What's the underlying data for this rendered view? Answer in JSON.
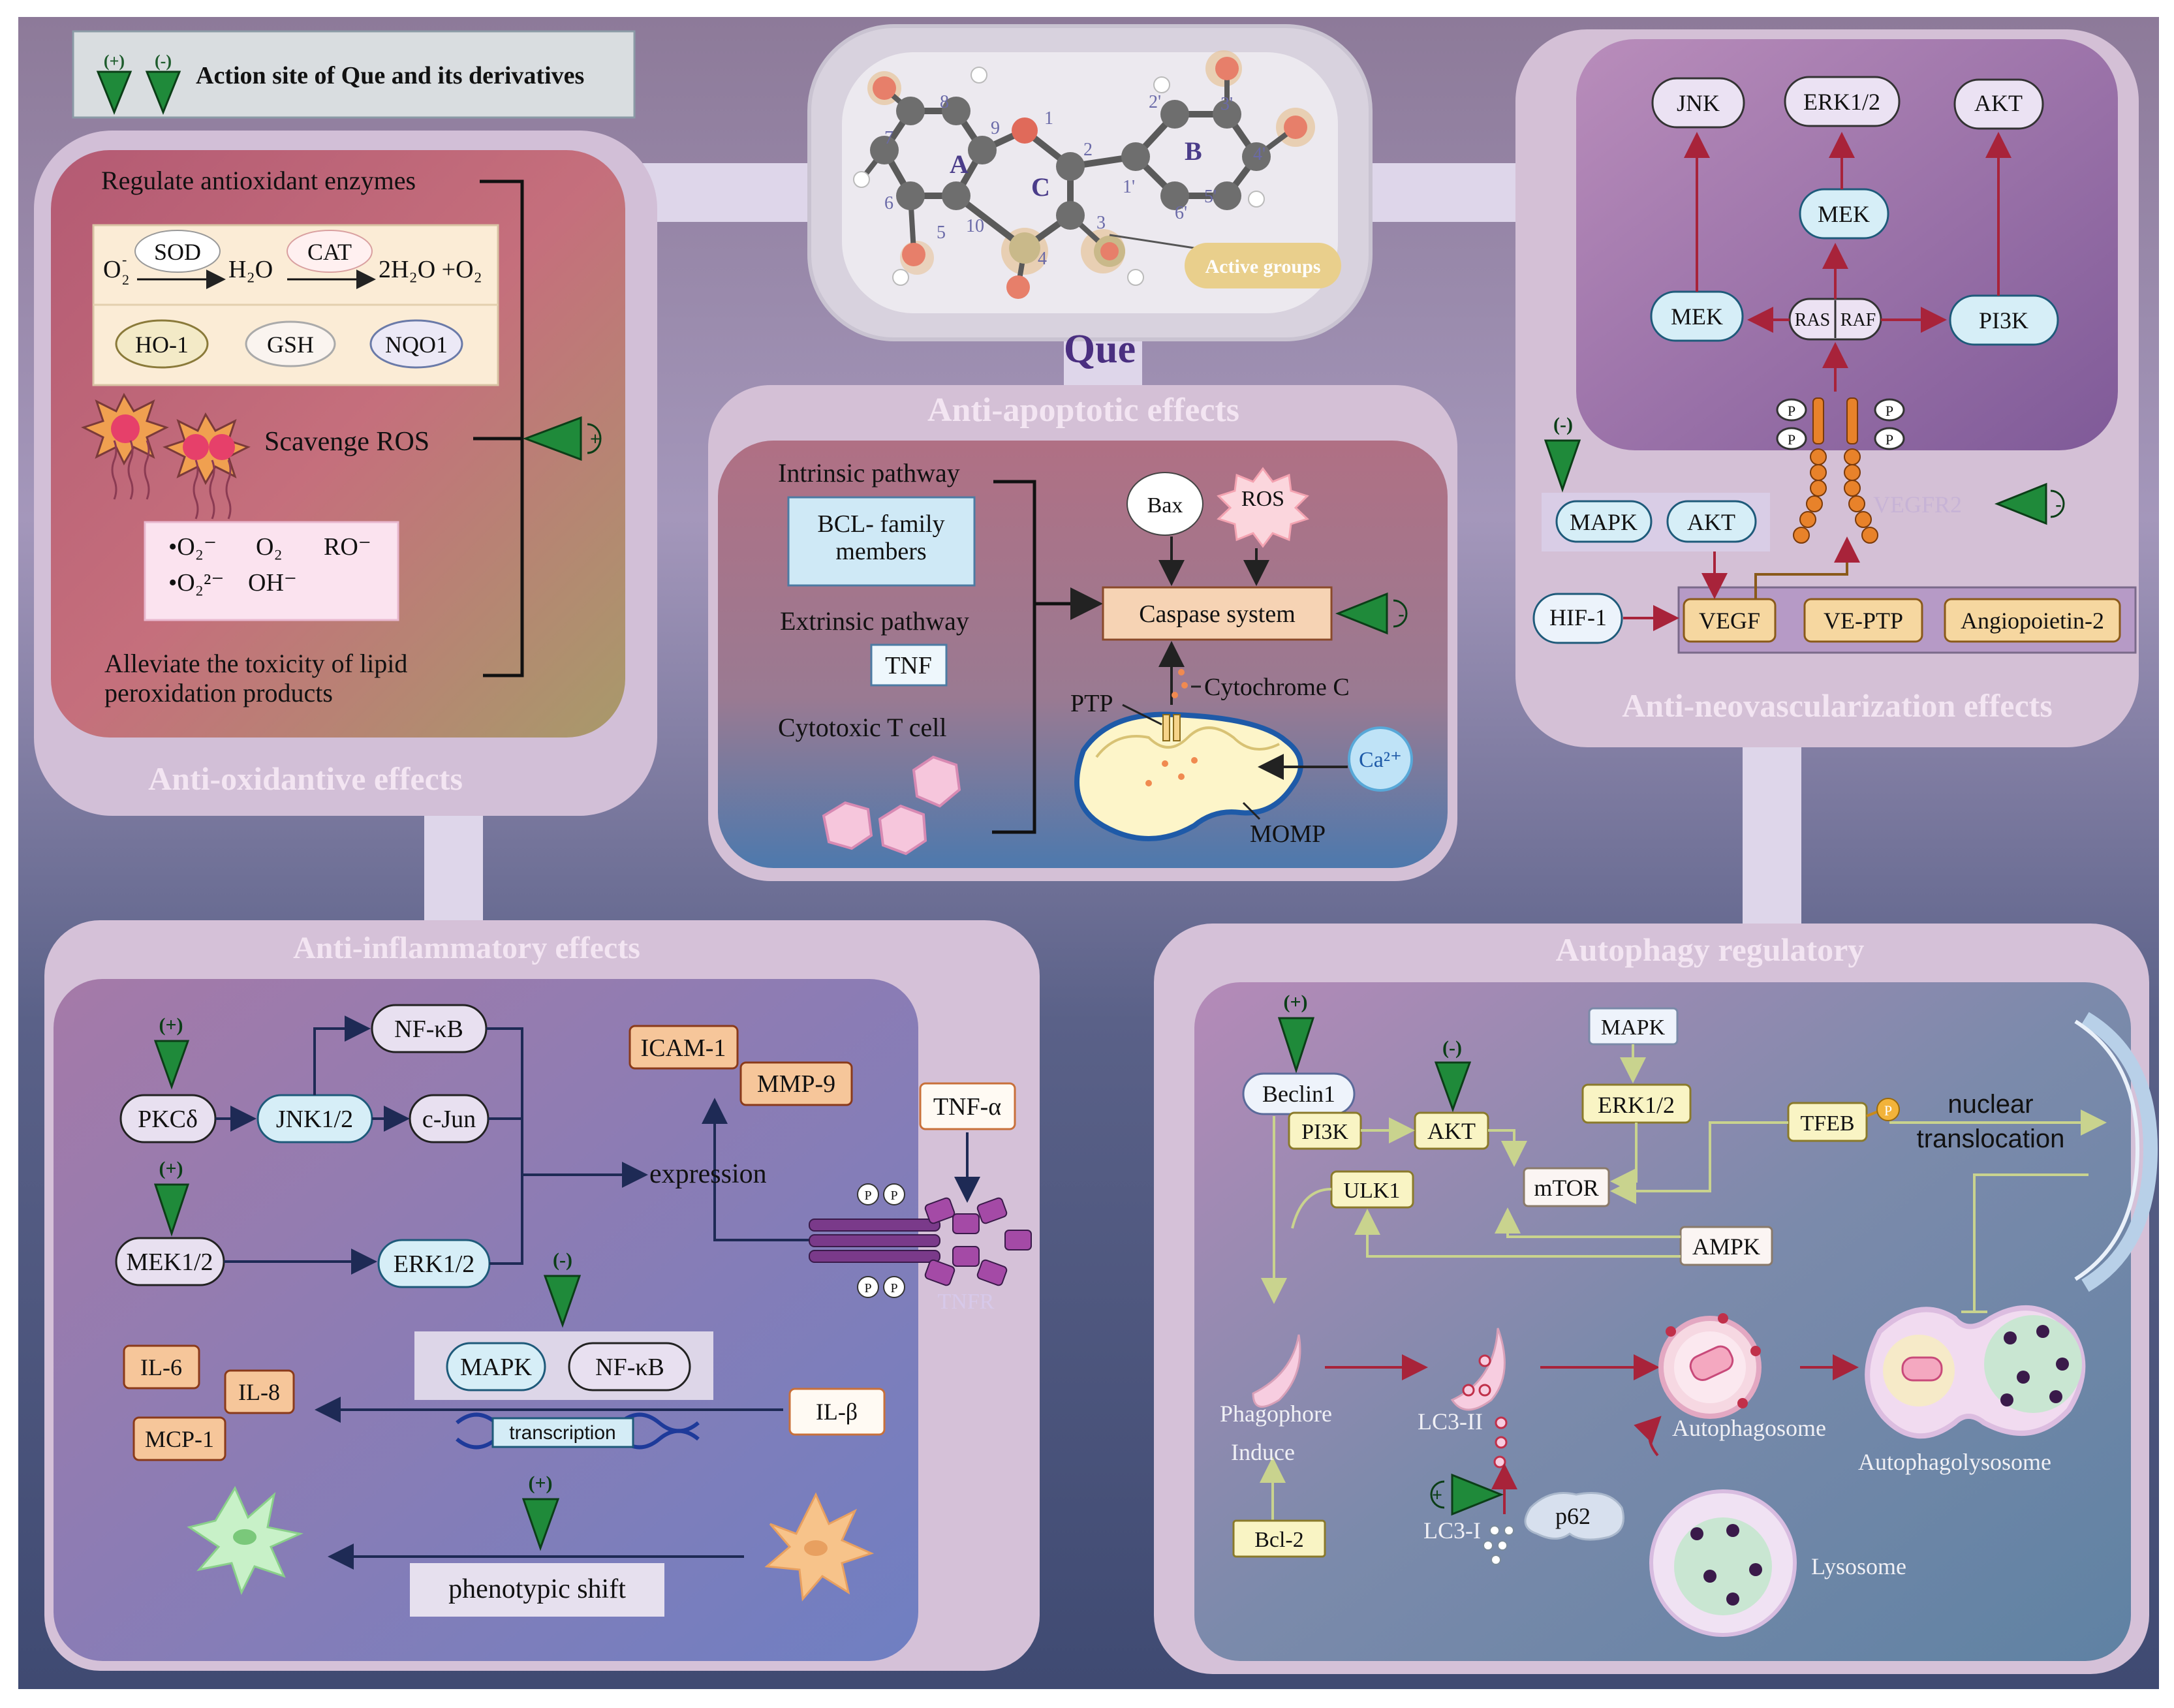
{
  "legend": {
    "plus": "(+)",
    "minus": "(-)",
    "text": "Action site of  Que and its derivatives"
  },
  "que": {
    "title": "Que",
    "ring_a": "A",
    "ring_b": "B",
    "ring_c": "C",
    "positions": [
      "1",
      "2",
      "3",
      "4",
      "5",
      "6",
      "7",
      "8",
      "9",
      "10",
      "1'",
      "2'",
      "3'",
      "4'",
      "5'",
      "6'"
    ],
    "active_groups": "Active groups"
  },
  "antioxidant": {
    "title": "Anti-oxidantive effects",
    "regulate": "Regulate antioxidant enzymes",
    "o2": "O",
    "o2_sub": "2",
    "o2_sup": "-",
    "sod": "SOD",
    "h2o": "H₂O",
    "cat": "CAT",
    "product": "2H₂O +O₂",
    "enzymes": [
      "HO-1",
      "GSH",
      "NQO1"
    ],
    "scavenge": "Scavenge ROS",
    "ros_species": [
      "•O₂⁻",
      "O₂",
      "RO⁻",
      "•O₂²⁻",
      "OH⁻"
    ],
    "alleviate_line1": "Alleviate the toxicity of lipid",
    "alleviate_line2": "peroxidation products",
    "sign": "+"
  },
  "apoptotic": {
    "title": "Anti-apoptotic effects",
    "intrinsic": "Intrinsic pathway",
    "bcl_line1": "BCL- family",
    "bcl_line2": "members",
    "extrinsic": "Extrinsic pathway",
    "tnf": "TNF",
    "cytotoxic": "Cytotoxic T cell",
    "bax": "Bax",
    "ros": "ROS",
    "caspase": "Caspase system",
    "cytochrome": "Cytochrome C",
    "ptp": "PTP",
    "ca": "Ca²⁺",
    "momp": "MOMP",
    "sign": "-"
  },
  "neovasc": {
    "title": "Anti-neovascularization effects",
    "jnk": "JNK",
    "erk": "ERK1/2",
    "akt_top": "AKT",
    "mek_mid": "MEK",
    "mek_left": "MEK",
    "ras": "RAS",
    "raf": "RAF",
    "pi3k": "PI3K",
    "p": "P",
    "minus": "(-)",
    "mapk": "MAPK",
    "akt": "AKT",
    "vegfr2": "VEGFR2",
    "hif": "HIF-1",
    "vegf": "VEGF",
    "veptp": "VE-PTP",
    "ang": "Angiopoietin-2",
    "sign": "-"
  },
  "inflammatory": {
    "title": "Anti-inflammatory effects",
    "plus": "(+)",
    "minus": "(-)",
    "pkc": "PKCδ",
    "jnk": "JNK1/2",
    "nfkb": "NF-κB",
    "cjun": "c-Jun",
    "mek": "MEK1/2",
    "erk": "ERK1/2",
    "icam": "ICAM-1",
    "mmp": "MMP-9",
    "expression": "expression",
    "tnfa": "TNF-α",
    "tnfr": "TNFR",
    "p": "P",
    "mapk": "MAPK",
    "nfkb2": "NF-κB",
    "il6": "IL-6",
    "il8": "IL-8",
    "mcp": "MCP-1",
    "transcription": "transcription",
    "ilb": "IL-β",
    "phenotypic": "phenotypic shift"
  },
  "autophagy": {
    "title": "Autophagy regulatory",
    "plus": "(+)",
    "minus": "(-)",
    "beclin": "Beclin1",
    "pi3k": "PI3K",
    "akt": "AKT",
    "mapk": "MAPK",
    "erk": "ERK1/2",
    "mtor": "mTOR",
    "ulk": "ULK1",
    "ampk": "AMPK",
    "tfeb": "TFEB",
    "p": "P",
    "nuclear1": "nuclear",
    "nuclear2": "translocation",
    "phagophore": "Phagophore",
    "induce": "Induce",
    "lc3ii": "LC3-II",
    "lc3i": "LC3-I",
    "p62": "p62",
    "autophagosome": "Autophagosome",
    "autophagolysosome": "Autophagolysosome",
    "lysosome": "Lysosome",
    "bcl2": "Bcl-2",
    "sign": "+"
  }
}
